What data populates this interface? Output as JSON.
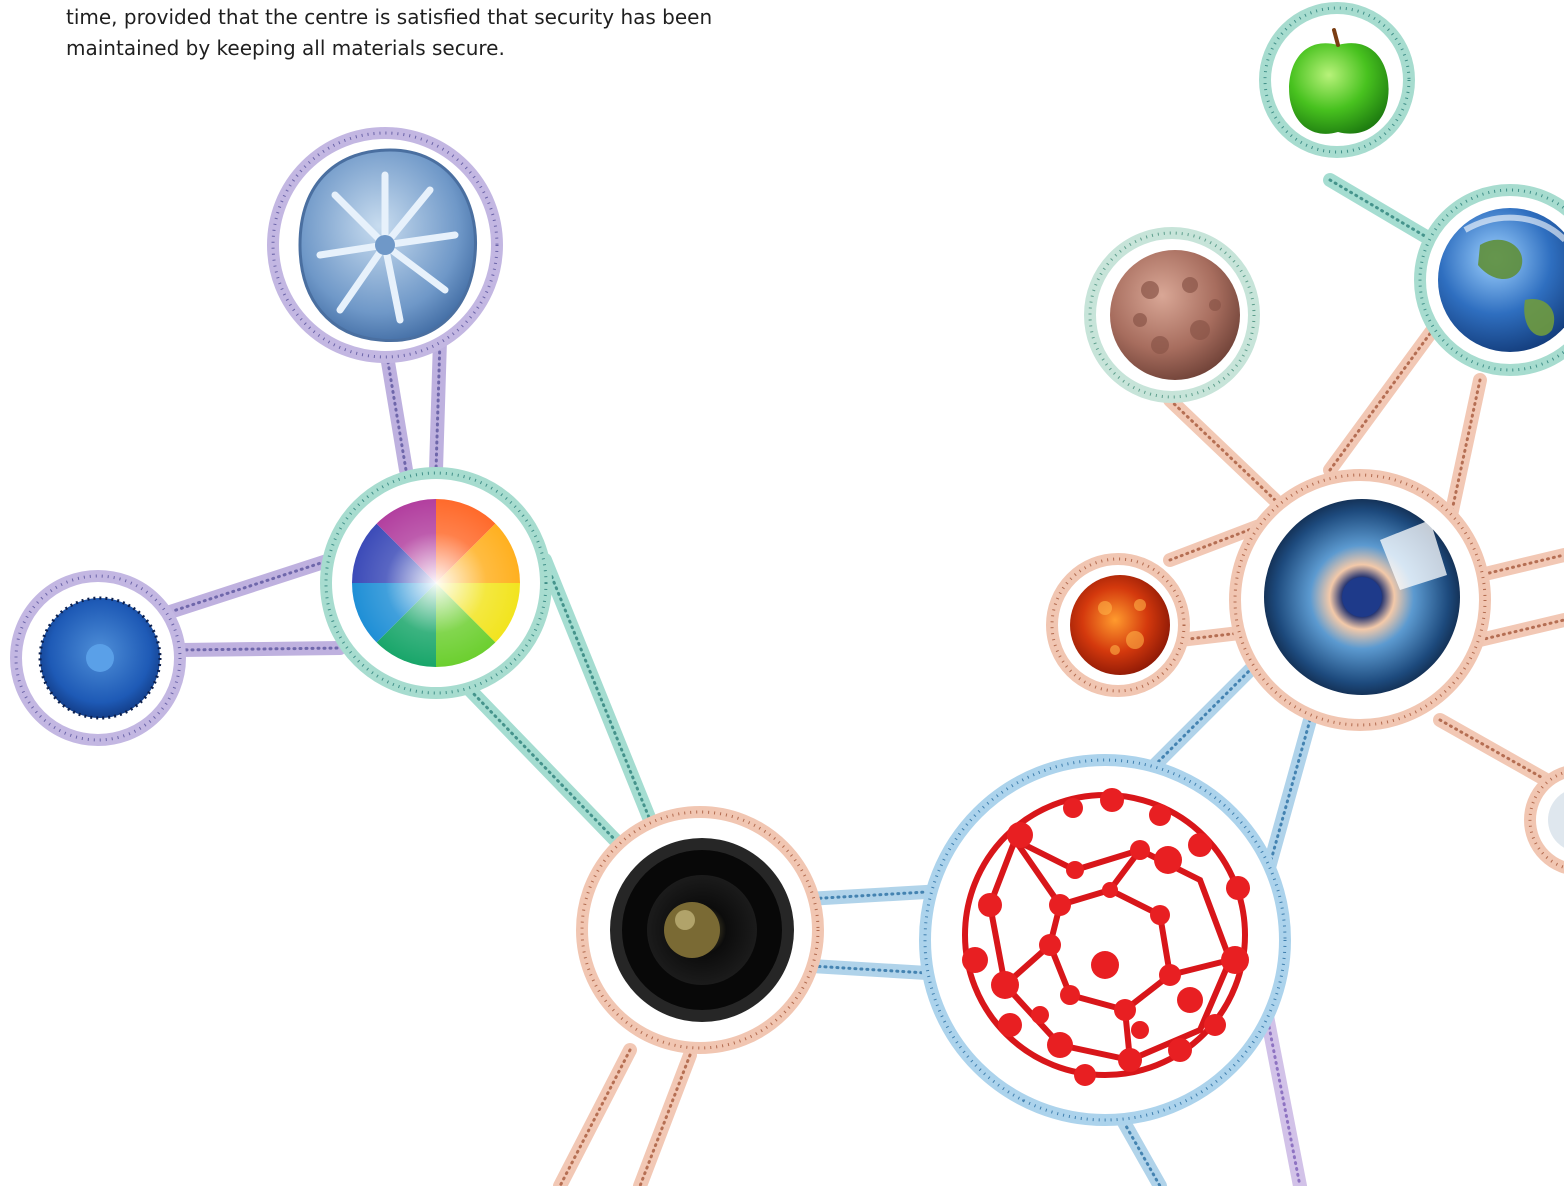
{
  "document": {
    "text_lines": [
      "time, provided that the centre is satisfied that security has been",
      "maintained by keeping all materials secure."
    ]
  },
  "illustration": {
    "nodes": [
      {
        "name": "apple-image",
        "subject": "green apple"
      },
      {
        "name": "earth-image",
        "subject": "planet earth"
      },
      {
        "name": "virus-cell-image",
        "subject": "textured cell"
      },
      {
        "name": "sun-image",
        "subject": "fiery sun"
      },
      {
        "name": "eye-image",
        "subject": "blue eye iris"
      },
      {
        "name": "buckyball-image",
        "subject": "red molecular model"
      },
      {
        "name": "camera-lens-image",
        "subject": "camera lens"
      },
      {
        "name": "color-wheel-image",
        "subject": "color wheel"
      },
      {
        "name": "diatom-image",
        "subject": "blue diatom"
      },
      {
        "name": "plankton-image",
        "subject": "blue plankton"
      }
    ],
    "colors": {
      "purple": "#a898d2",
      "teal": "#8fd4c8",
      "peach": "#f0b89e",
      "blue": "#9ac8ea",
      "dot_purple": "#6a63a8",
      "dot_teal": "#3f8f88",
      "dot_peach": "#b26a4e",
      "dot_blue": "#3f7fae"
    }
  }
}
